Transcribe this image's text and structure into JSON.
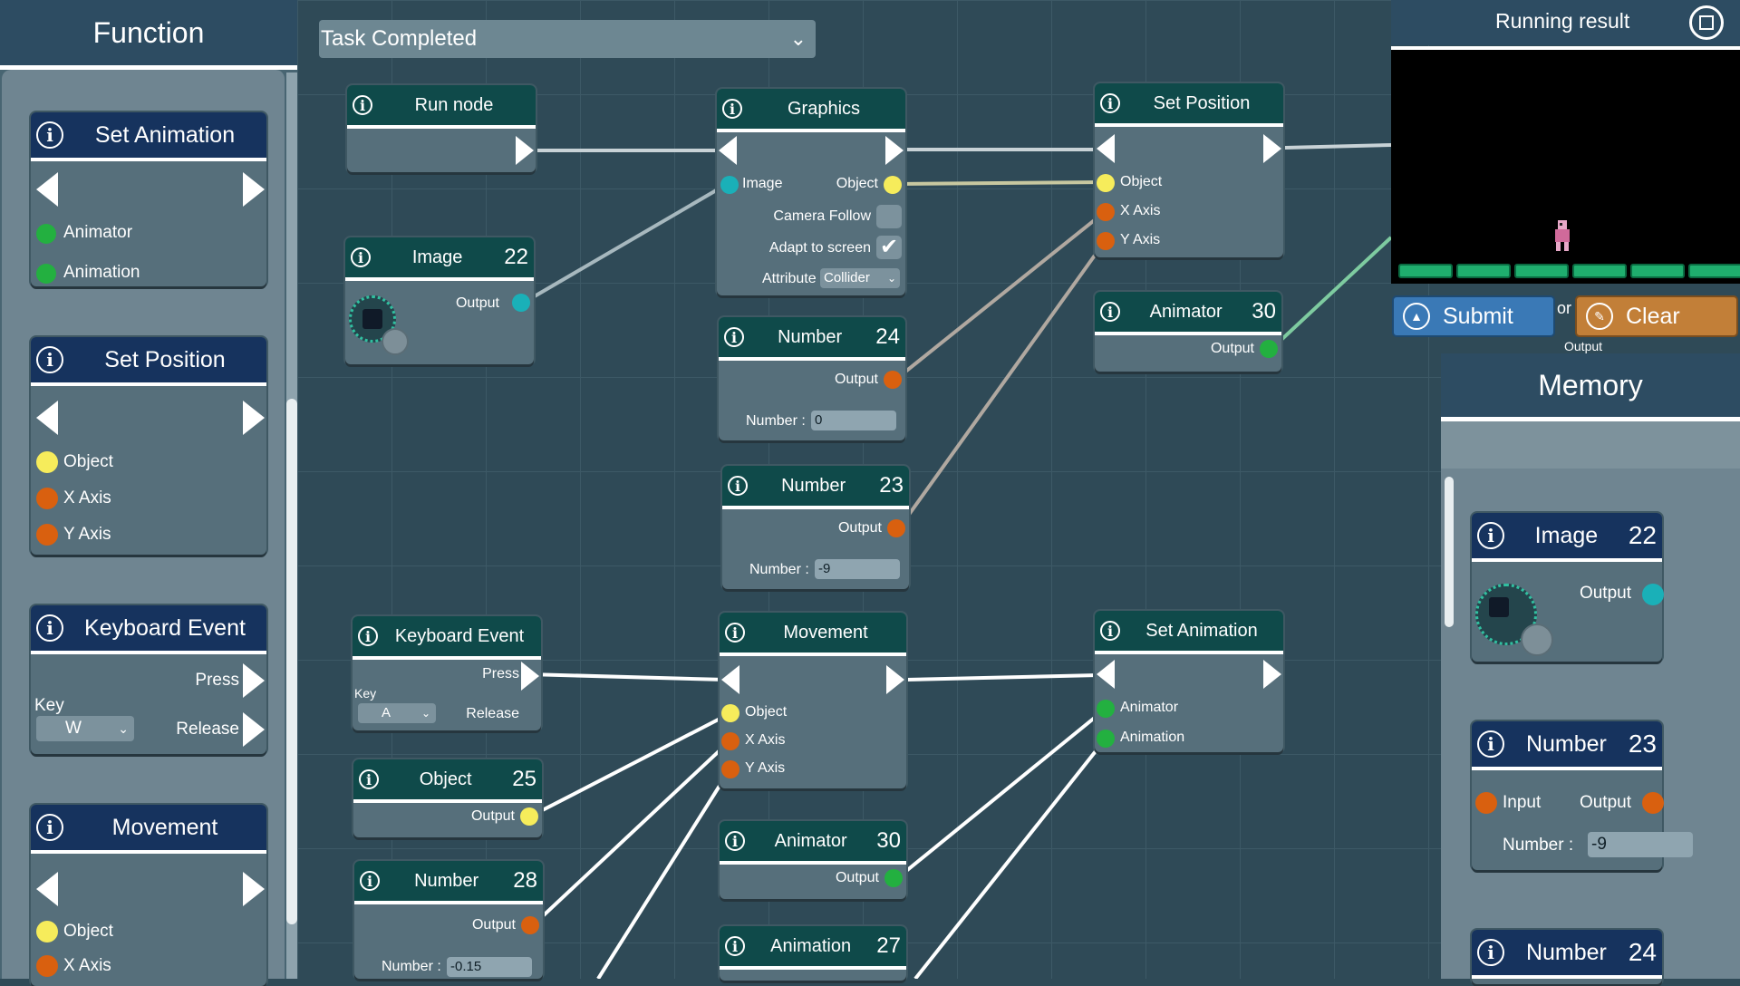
{
  "sidebar": {
    "title": "Function",
    "nodes": {
      "set_animation": {
        "title": "Set Animation",
        "ports": [
          "Animator",
          "Animation"
        ]
      },
      "set_position": {
        "title": "Set Position",
        "ports": [
          "Object",
          "X Axis",
          "Y Axis"
        ]
      },
      "keyboard_event": {
        "title": "Keyboard Event",
        "press": "Press",
        "key_label": "Key",
        "key_value": "W",
        "release": "Release"
      },
      "movement": {
        "title": "Movement",
        "ports": [
          "Object",
          "X Axis"
        ]
      }
    }
  },
  "toolbar": {
    "task_status": "Task Completed"
  },
  "canvas": {
    "run_node": {
      "title": "Run node"
    },
    "image22": {
      "title": "Image",
      "id": "22",
      "output": "Output"
    },
    "graphics": {
      "title": "Graphics",
      "image": "Image",
      "object": "Object",
      "camera_follow": "Camera Follow",
      "adapt": "Adapt to screen",
      "attribute": "Attribute",
      "attribute_value": "Collider"
    },
    "number24": {
      "title": "Number",
      "id": "24",
      "output": "Output",
      "field_label": "Number :",
      "value": "0"
    },
    "number23": {
      "title": "Number",
      "id": "23",
      "output": "Output",
      "field_label": "Number :",
      "value": "-9"
    },
    "set_position": {
      "title": "Set Position",
      "object": "Object",
      "x": "X Axis",
      "y": "Y Axis"
    },
    "animator30a": {
      "title": "Animator",
      "id": "30",
      "output": "Output"
    },
    "keyboard": {
      "title": "Keyboard Event",
      "press": "Press",
      "key_label": "Key",
      "key_value": "A",
      "release": "Release"
    },
    "movement": {
      "title": "Movement",
      "object": "Object",
      "x": "X Axis",
      "y": "Y Axis"
    },
    "set_animation": {
      "title": "Set Animation",
      "animator": "Animator",
      "animation": "Animation"
    },
    "object25": {
      "title": "Object",
      "id": "25",
      "output": "Output"
    },
    "number28": {
      "title": "Number",
      "id": "28",
      "output": "Output",
      "field_label": "Number :",
      "value": "-0.15"
    },
    "animator30b": {
      "title": "Animator",
      "id": "30",
      "output": "Output"
    },
    "animation27": {
      "title": "Animation",
      "id": "27"
    }
  },
  "result": {
    "title": "Running result",
    "submit": "Submit",
    "clear": "Clear",
    "hidden_label": "or",
    "hidden_output": "Output"
  },
  "memory": {
    "title": "Memory",
    "image22": {
      "title": "Image",
      "id": "22",
      "output": "Output"
    },
    "number23": {
      "title": "Number",
      "id": "23",
      "input": "Input",
      "output": "Output",
      "field_label": "Number :",
      "value": "-9"
    },
    "number24": {
      "title": "Number",
      "id": "24"
    }
  },
  "colors": {
    "object": "#f6ec5b",
    "number": "#d9600f",
    "animator": "#23b040",
    "image": "#1ab0b8",
    "node_header": "#0f4a4a",
    "sidebar_header": "#16335e"
  }
}
